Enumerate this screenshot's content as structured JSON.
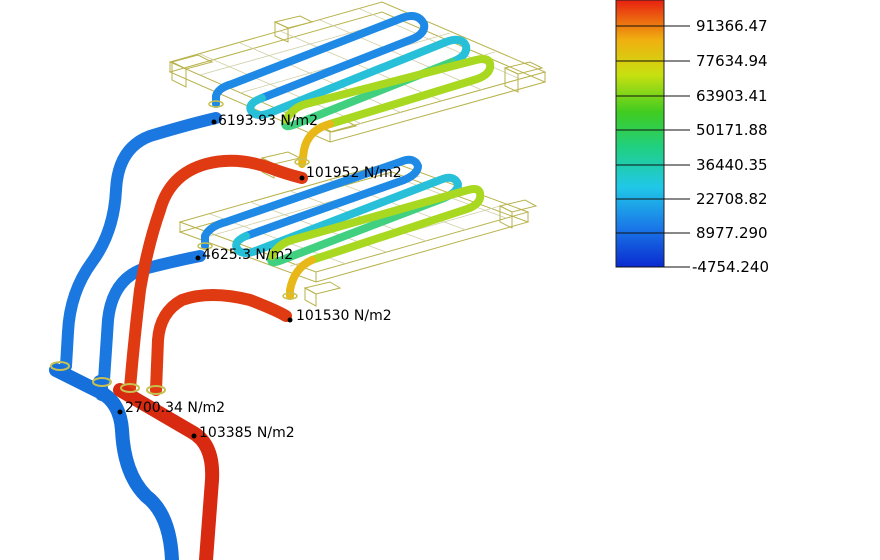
{
  "legend": {
    "ticks": [
      "91366.47",
      "77634.94",
      "63903.41",
      "50171.88",
      "36440.35",
      "22708.82",
      "8977.290",
      "-4754.240"
    ]
  },
  "probes": [
    {
      "label": "6193.93 N/m2"
    },
    {
      "label": "101952 N/m2"
    },
    {
      "label": "4625.3 N/m2"
    },
    {
      "label": "101530 N/m2"
    },
    {
      "label": "2700.34 N/m2"
    },
    {
      "label": "103385 N/m2"
    }
  ],
  "colors": {
    "inlet": "#1e6fe0",
    "outlet": "#e02a10",
    "frame": "#b8b24a"
  }
}
